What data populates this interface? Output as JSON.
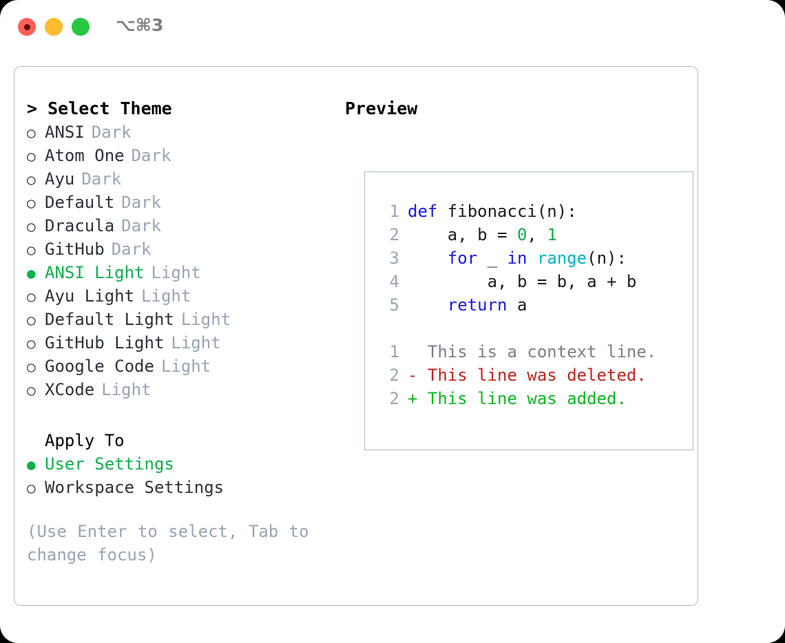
{
  "window": {
    "shortcut": "⌥⌘3",
    "buttons": {
      "close": "close",
      "minimize": "minimize",
      "maximize": "maximize"
    }
  },
  "theme_panel": {
    "heading": "> Select Theme",
    "items": [
      {
        "marker": "○",
        "name": "ANSI",
        "tag": "Dark",
        "selected": false
      },
      {
        "marker": "○",
        "name": "Atom One",
        "tag": "Dark",
        "selected": false
      },
      {
        "marker": "○",
        "name": "Ayu",
        "tag": "Dark",
        "selected": false
      },
      {
        "marker": "○",
        "name": "Default",
        "tag": "Dark",
        "selected": false
      },
      {
        "marker": "○",
        "name": "Dracula",
        "tag": "Dark",
        "selected": false
      },
      {
        "marker": "○",
        "name": "GitHub",
        "tag": "Dark",
        "selected": false
      },
      {
        "marker": "●",
        "name": "ANSI Light",
        "tag": "Light",
        "selected": true
      },
      {
        "marker": "○",
        "name": "Ayu Light",
        "tag": "Light",
        "selected": false
      },
      {
        "marker": "○",
        "name": "Default Light",
        "tag": "Light",
        "selected": false
      },
      {
        "marker": "○",
        "name": "GitHub Light",
        "tag": "Light",
        "selected": false
      },
      {
        "marker": "○",
        "name": "Google Code",
        "tag": "Light",
        "selected": false
      },
      {
        "marker": "○",
        "name": "XCode",
        "tag": "Light",
        "selected": false
      }
    ],
    "apply_to": {
      "heading": "Apply To",
      "options": [
        {
          "marker": "●",
          "name": "User Settings",
          "selected": true
        },
        {
          "marker": "○",
          "name": "Workspace Settings",
          "selected": false
        }
      ]
    },
    "hint": "(Use Enter to select, Tab to change focus)"
  },
  "preview": {
    "heading": "Preview",
    "code_lines": [
      {
        "num": "1",
        "tokens": [
          {
            "t": "def",
            "c": "k"
          },
          {
            "t": " fibonacci(n):",
            "c": "pl"
          }
        ]
      },
      {
        "num": "2",
        "tokens": [
          {
            "t": "    a, b = ",
            "c": "pl"
          },
          {
            "t": "0",
            "c": "num"
          },
          {
            "t": ", ",
            "c": "pl"
          },
          {
            "t": "1",
            "c": "num"
          }
        ]
      },
      {
        "num": "3",
        "tokens": [
          {
            "t": "    ",
            "c": "pl"
          },
          {
            "t": "for",
            "c": "k"
          },
          {
            "t": " _ ",
            "c": "pl"
          },
          {
            "t": "in",
            "c": "k"
          },
          {
            "t": " ",
            "c": "pl"
          },
          {
            "t": "range",
            "c": "fn"
          },
          {
            "t": "(n):",
            "c": "pl"
          }
        ]
      },
      {
        "num": "4",
        "tokens": [
          {
            "t": "        a, b = b, a + b",
            "c": "pl"
          }
        ]
      },
      {
        "num": "5",
        "tokens": [
          {
            "t": "    ",
            "c": "pl"
          },
          {
            "t": "return",
            "c": "k"
          },
          {
            "t": " a",
            "c": "pl"
          }
        ]
      }
    ],
    "diff_lines": [
      {
        "num": "1",
        "marker": "  ",
        "text": "This is a context line.",
        "kind": "ctx"
      },
      {
        "num": "2",
        "marker": "- ",
        "text": "This line was deleted.",
        "kind": "del"
      },
      {
        "num": "2",
        "marker": "+ ",
        "text": "This line was added.",
        "kind": "add"
      }
    ]
  },
  "colors": {
    "accent_green": "#0cb04a",
    "border": "#aeb8c6",
    "muted": "#9aa4b5",
    "text": "#2d3139",
    "keyword": "#1a1ae6",
    "builtin": "#00b3c8",
    "number": "#0cb04a",
    "diff_removed": "#c0241c",
    "diff_added": "#0ab81f"
  }
}
